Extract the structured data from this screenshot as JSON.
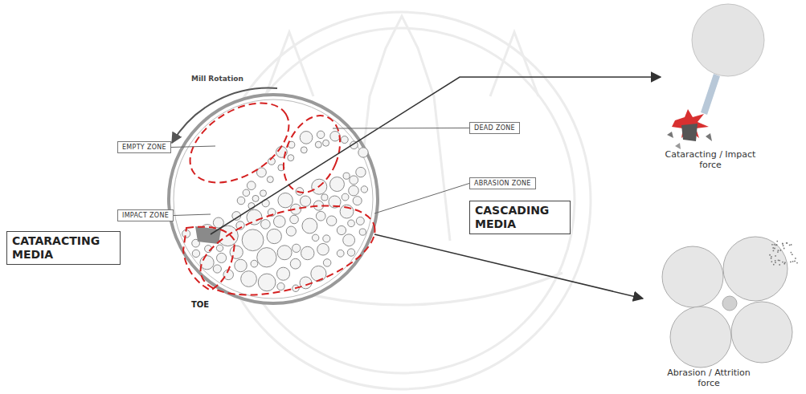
{
  "diagram": {
    "nodes": [
      {
        "text": [
          "EMPTY ZONE"
        ]
      },
      {
        "text": [
          "DEAD ZONE"
        ]
      },
      {
        "text": [
          "ABRASION ZONE"
        ]
      },
      {
        "text": [
          "CASCADING MEDIA"
        ]
      },
      {
        "text": [
          "IMPACT ZONE"
        ]
      },
      {
        "text": [
          "CATARACTING MEDIA"
        ]
      }
    ],
    "labels": [
      "Mill Rotation",
      "TOE",
      "Cataracting / Impact force",
      "Abrasion / Attrition force"
    ]
  }
}
